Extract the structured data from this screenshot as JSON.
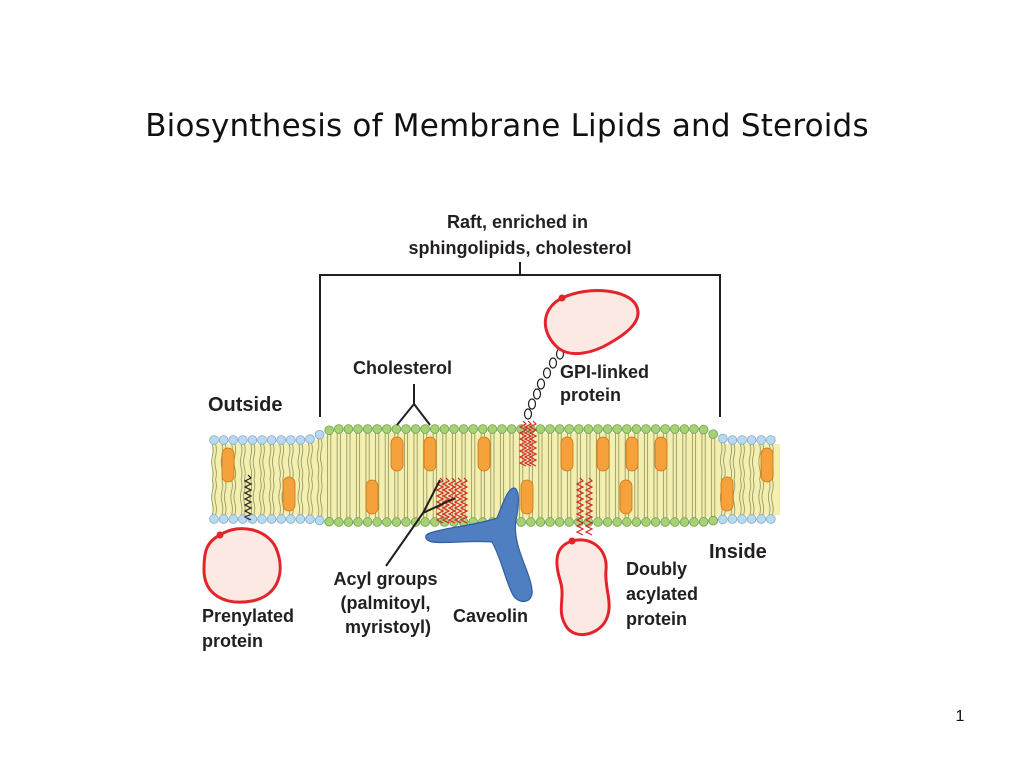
{
  "slide": {
    "title": "Biosynthesis of Membrane Lipids and Steroids",
    "page_number": "1"
  },
  "diagram": {
    "raft_label": [
      "Raft, enriched in",
      "sphingolipids, cholesterol"
    ],
    "outside_label": "Outside",
    "inside_label": "Inside",
    "cholesterol_label": "Cholesterol",
    "gpi_label": [
      "GPI-linked",
      "protein"
    ],
    "acyl_label": [
      "Acyl groups",
      "(palmitoyl,",
      "myristoyl)"
    ],
    "caveolin_label": "Caveolin",
    "doubly_label": [
      "Doubly",
      "acylated",
      "protein"
    ],
    "prenylated_label": [
      "Prenylated",
      "protein"
    ],
    "colors": {
      "head_blue": "#b9d9ee",
      "head_green": "#a6d275",
      "tail_yellow": "#f3efae",
      "cholesterol_orange": "#f5a13c",
      "protein_fill": "#fde9e4",
      "protein_red": "#e3242b",
      "caveolin_blue": "#4f7fc1",
      "acyl_red": "#d9232b"
    }
  }
}
